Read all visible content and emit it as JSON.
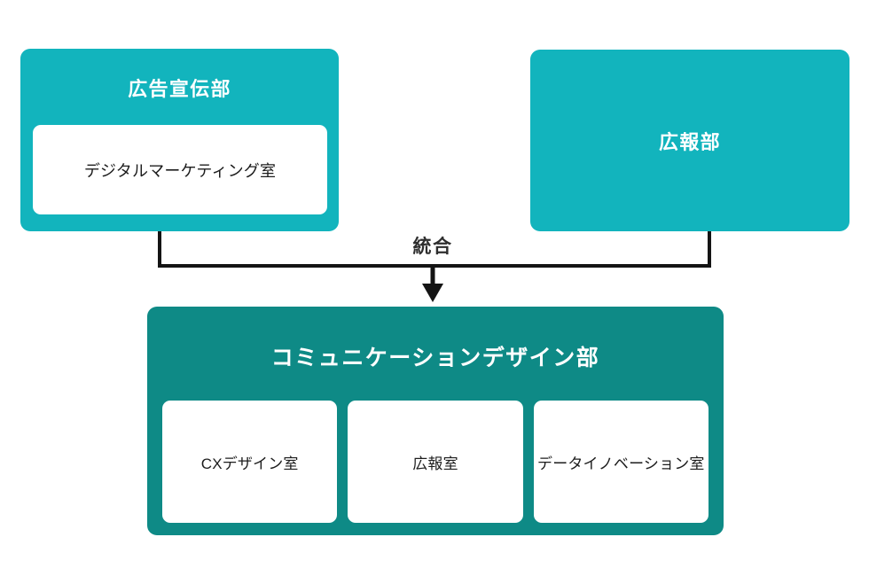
{
  "diagram": {
    "type": "org-merge-diagram",
    "colors": {
      "source_box": "#12b4bd",
      "result_box": "#0e8a86",
      "card": "#ffffff",
      "connector": "#141414",
      "title_text": "#ffffff",
      "label_text": "#1d1d1d",
      "merge_text": "#2e2e2e",
      "background": "#ffffff"
    },
    "sources": [
      {
        "id": "advertising",
        "title": "広告宣伝部",
        "units": [
          {
            "label": "デジタルマーケティング室"
          }
        ]
      },
      {
        "id": "public-relations",
        "title": "広報部",
        "units": []
      }
    ],
    "connector": {
      "merge_label": "統合",
      "arrow": "down-arrow"
    },
    "result": {
      "id": "communication-design",
      "title": "コミュニケーションデザイン部",
      "units": [
        {
          "label": "CXデザイン室"
        },
        {
          "label": "広報室"
        },
        {
          "label": "データイノベーション室"
        }
      ]
    }
  }
}
